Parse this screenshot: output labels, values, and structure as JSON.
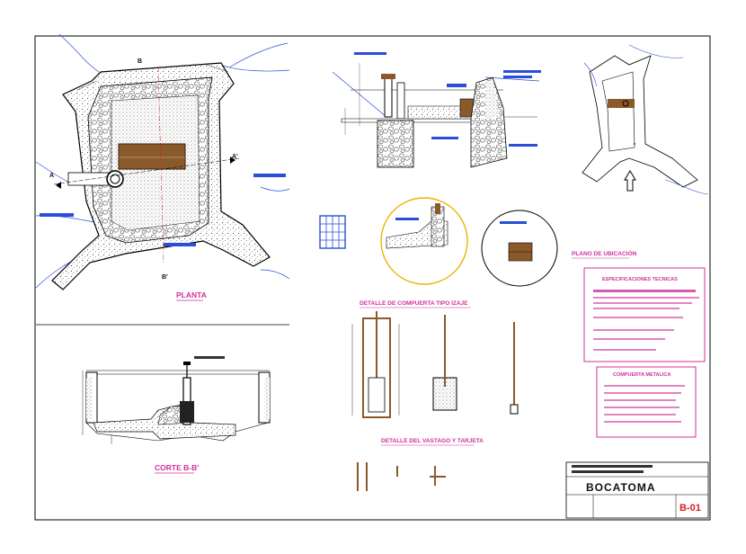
{
  "colors": {
    "title_pink": "#d0309a",
    "water_blue": "#2a4fd6",
    "concrete_blue": "#7ba0d8",
    "stone_dark": "#3a3a3a",
    "gate_brown": "#8b5a2b",
    "callout_yellow": "#f0b000",
    "frame": "#000000"
  },
  "views": {
    "planta": "PLANTA",
    "corte_bb": "CORTE B-B'",
    "detalle_compuerta": "DETALLE DE COMPUERTA TIPO IZAJE",
    "detalle_vastago": "DETALLE DEL VASTAGO Y TARJETA",
    "plano_ubicacion": "PLANO DE UBICACIÓN"
  },
  "markers": {
    "section_a_left": "A",
    "section_a_right": "A'",
    "section_b_top": "B",
    "section_b_bottom": "B'"
  },
  "notes": {
    "especificaciones_title": "ESPECIFICACIONES TECNICAS",
    "compuerta_title": "COMPUERTA METALICA"
  },
  "title_block": {
    "drawing_title": "BOCATOMA",
    "sheet_number": "B-01"
  },
  "icons": {
    "north_arrow": "north-arrow-icon"
  }
}
